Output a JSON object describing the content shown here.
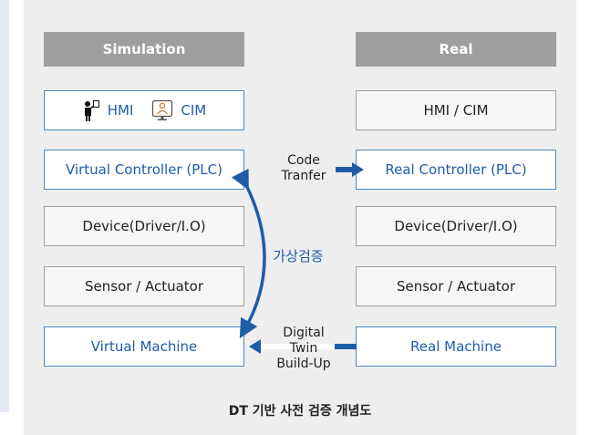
{
  "columns": {
    "simulation": "Simulation",
    "real": "Real"
  },
  "simulation_boxes": {
    "hmi": "HMI",
    "cim": "CIM",
    "controller": "Virtual Controller (PLC)",
    "device": "Device(Driver/I.O)",
    "sensor": "Sensor / Actuator",
    "machine": "Virtual Machine"
  },
  "real_boxes": {
    "hmi_cim": "HMI / CIM",
    "controller": "Real Controller (PLC)",
    "device": "Device(Driver/I.O)",
    "sensor": "Sensor / Actuator",
    "machine": "Real Machine"
  },
  "arrows": {
    "code_line1": "Code",
    "code_line2": "Tranfer",
    "verify": "가상검증",
    "twin_line1": "Digital",
    "twin_line2": "Twin",
    "twin_line3": "Build-Up"
  },
  "caption": "DT 기반 사전 검증 개념도",
  "colors": {
    "accent": "#1f5ca8",
    "header_bg": "#9e9e9e",
    "panel_bg": "#eeeeee"
  },
  "icons": [
    "presenter-icon",
    "operator-monitor-icon"
  ]
}
